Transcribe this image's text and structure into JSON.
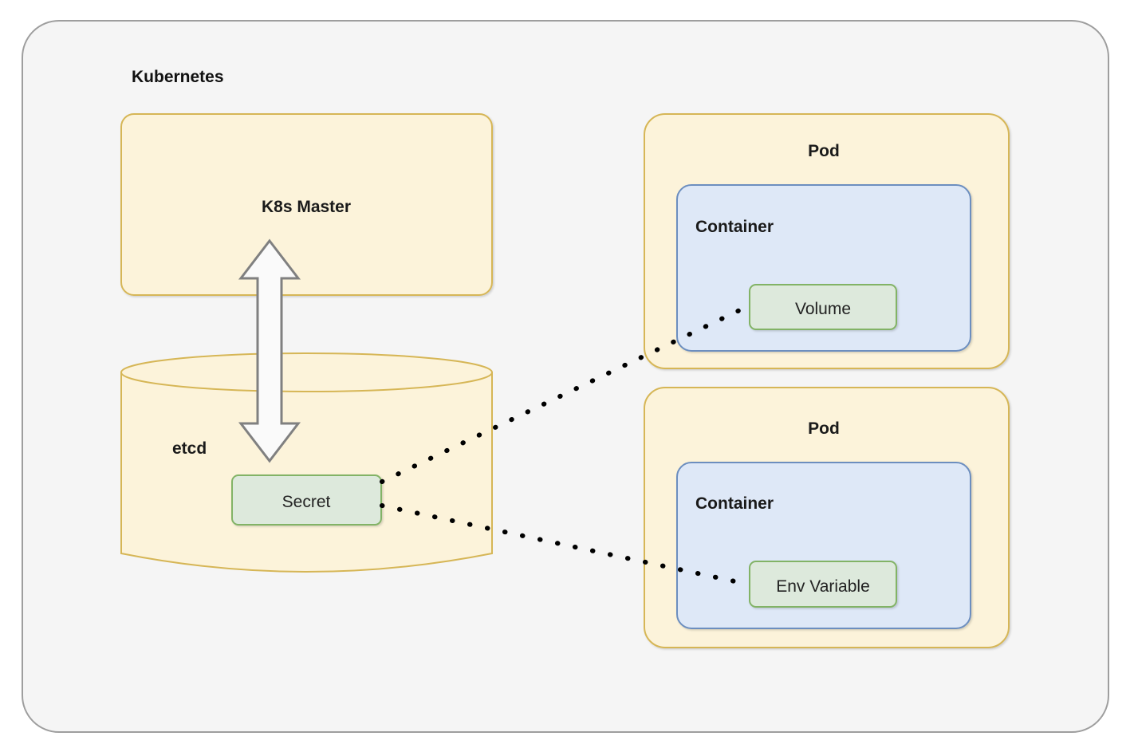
{
  "diagram": {
    "title": "Kubernetes",
    "outer_container": {
      "label": "Kubernetes",
      "fill": "#F5F5F5",
      "stroke": "#9E9E9E"
    },
    "nodes": {
      "k8s_master": {
        "label": "K8s Master",
        "fill": "#FCF3DA",
        "stroke": "#D6B656"
      },
      "etcd": {
        "label": "etcd",
        "fill": "#FCF3DA",
        "stroke": "#D6B656"
      },
      "secret": {
        "label": "Secret",
        "fill": "#DDE9DC",
        "stroke": "#82B366"
      },
      "pod_top": {
        "label": "Pod",
        "fill": "#FCF3DA",
        "stroke": "#D6B656"
      },
      "container_top": {
        "label": "Container",
        "fill": "#DEE8F7",
        "stroke": "#6C8EBF"
      },
      "volume": {
        "label": "Volume",
        "fill": "#DDE9DC",
        "stroke": "#82B366"
      },
      "pod_bottom": {
        "label": "Pod",
        "fill": "#FCF3DA",
        "stroke": "#D6B656"
      },
      "container_bottom": {
        "label": "Container",
        "fill": "#DEE8F7",
        "stroke": "#6C8EBF"
      },
      "env_variable": {
        "label": "Env Variable",
        "fill": "#DDE9DC",
        "stroke": "#82B366"
      }
    },
    "connectors": {
      "master_etcd_arrow": {
        "name": "bidirectional-arrow",
        "fill": "#FAFAFA",
        "stroke": "#808080"
      },
      "secret_to_volume": {
        "name": "dotted-link",
        "stroke": "#000000"
      },
      "secret_to_env": {
        "name": "dotted-link",
        "stroke": "#000000"
      }
    }
  }
}
